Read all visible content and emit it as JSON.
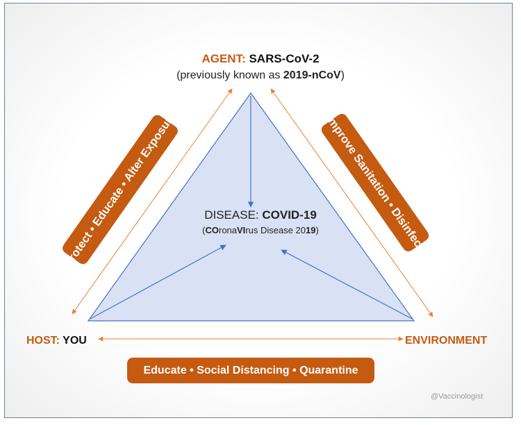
{
  "colors": {
    "accent": "#c55a11",
    "triangle_fill": "#d9e1f4",
    "triangle_stroke": "#4472c4",
    "frame": "#6f8190"
  },
  "agent": {
    "prefix": "AGENT: ",
    "name": "SARS-CoV-2",
    "note_prefix": "(previously known as ",
    "note_bold": "2019-nCoV",
    "note_suffix": ")"
  },
  "disease": {
    "prefix": "DISEASE: ",
    "name": "COVID-19",
    "expansion": {
      "open": "(",
      "co": "CO",
      "rona": "rona",
      "vi": "VI",
      "rus_disease": "rus Disease 20",
      "year_bold": "19",
      "close": ")"
    }
  },
  "host": {
    "prefix": "HOST: ",
    "name": "YOU"
  },
  "environment": {
    "label": "ENVIRONMENT"
  },
  "interventions": {
    "left": "Protect • Educate • Alter Exposure",
    "right": "Improve Sanitation • Disinfect",
    "bottom": "Educate • Social Distancing • Quarantine"
  },
  "watermark": "@Vaccinologist"
}
